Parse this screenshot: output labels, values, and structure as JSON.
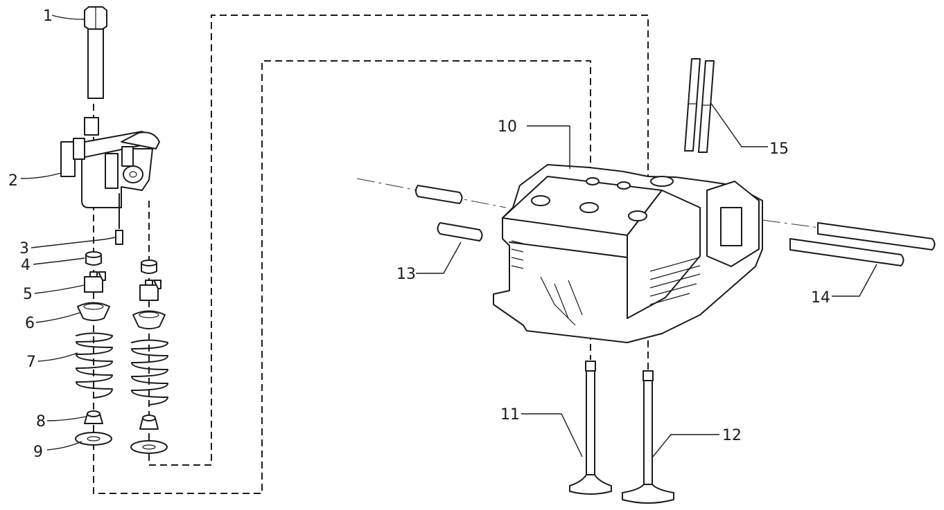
{
  "callouts": [
    {
      "num": "1"
    },
    {
      "num": "2"
    },
    {
      "num": "3"
    },
    {
      "num": "4"
    },
    {
      "num": "5"
    },
    {
      "num": "6"
    },
    {
      "num": "7"
    },
    {
      "num": "8"
    },
    {
      "num": "9"
    },
    {
      "num": "10"
    },
    {
      "num": "11"
    },
    {
      "num": "12"
    },
    {
      "num": "13"
    },
    {
      "num": "14"
    },
    {
      "num": "15"
    }
  ],
  "colors": {
    "line": "#1a1a1a",
    "background": "#ffffff"
  }
}
